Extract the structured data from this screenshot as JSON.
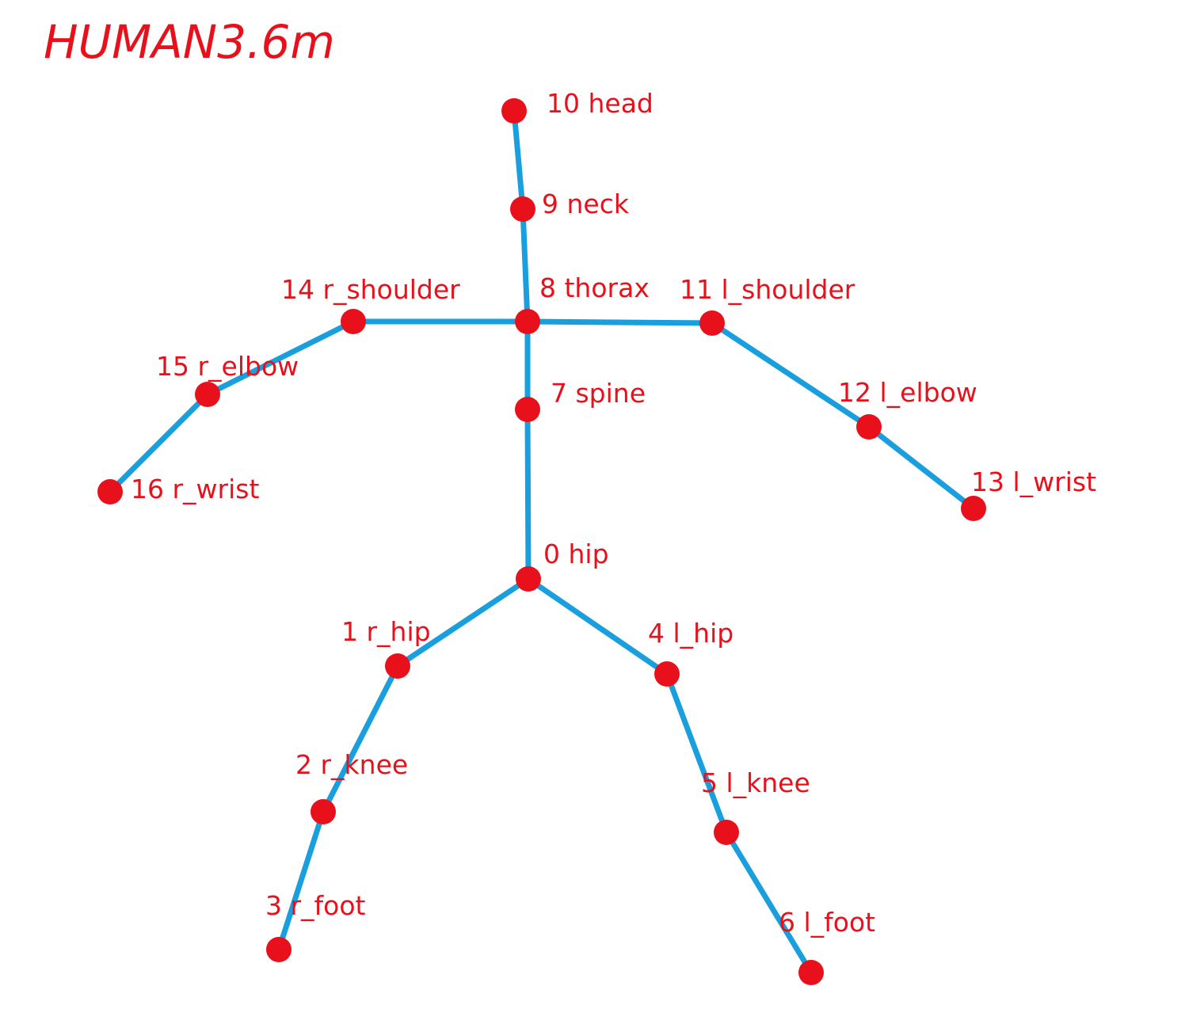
{
  "title": "HUMAN3.6m",
  "colors": {
    "joint": "#e8111b",
    "bone": "#1a9fde",
    "label": "#e8111b"
  },
  "joints": [
    {
      "id": 0,
      "label": "0 hip"
    },
    {
      "id": 1,
      "label": "1 r_hip"
    },
    {
      "id": 2,
      "label": "2 r_knee"
    },
    {
      "id": 3,
      "label": "3 r_foot"
    },
    {
      "id": 4,
      "label": "4 l_hip"
    },
    {
      "id": 5,
      "label": "5 l_knee"
    },
    {
      "id": 6,
      "label": "6 l_foot"
    },
    {
      "id": 7,
      "label": "7 spine"
    },
    {
      "id": 8,
      "label": "8 thorax"
    },
    {
      "id": 9,
      "label": "9 neck"
    },
    {
      "id": 10,
      "label": "10 head"
    },
    {
      "id": 11,
      "label": "11 l_shoulder"
    },
    {
      "id": 12,
      "label": "12 l_elbow"
    },
    {
      "id": 13,
      "label": "13 l_wrist"
    },
    {
      "id": 14,
      "label": "14 r_shoulder"
    },
    {
      "id": 15,
      "label": "15 r_elbow"
    },
    {
      "id": 16,
      "label": "16 r_wrist"
    }
  ],
  "bones": [
    [
      10,
      9
    ],
    [
      9,
      8
    ],
    [
      8,
      7
    ],
    [
      7,
      0
    ],
    [
      8,
      11
    ],
    [
      11,
      12
    ],
    [
      12,
      13
    ],
    [
      8,
      14
    ],
    [
      14,
      15
    ],
    [
      15,
      16
    ],
    [
      0,
      1
    ],
    [
      1,
      2
    ],
    [
      2,
      3
    ],
    [
      0,
      4
    ],
    [
      4,
      5
    ],
    [
      5,
      6
    ]
  ]
}
